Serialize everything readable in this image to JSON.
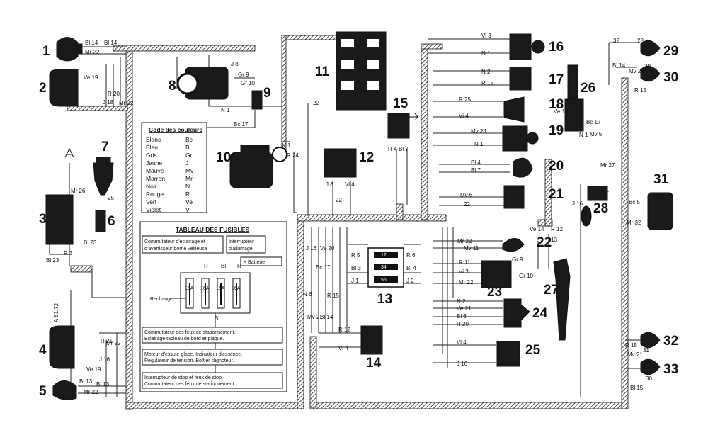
{
  "components": [
    {
      "n": "1"
    },
    {
      "n": "2"
    },
    {
      "n": "3"
    },
    {
      "n": "4"
    },
    {
      "n": "5"
    },
    {
      "n": "6"
    },
    {
      "n": "7"
    },
    {
      "n": "8"
    },
    {
      "n": "9"
    },
    {
      "n": "10"
    },
    {
      "n": "11"
    },
    {
      "n": "12"
    },
    {
      "n": "13"
    },
    {
      "n": "14"
    },
    {
      "n": "15"
    },
    {
      "n": "16"
    },
    {
      "n": "17"
    },
    {
      "n": "18"
    },
    {
      "n": "19"
    },
    {
      "n": "20"
    },
    {
      "n": "21"
    },
    {
      "n": "22"
    },
    {
      "n": "23"
    },
    {
      "n": "24"
    },
    {
      "n": "25"
    },
    {
      "n": "26"
    },
    {
      "n": "27"
    },
    {
      "n": "28"
    },
    {
      "n": "29"
    },
    {
      "n": "30"
    },
    {
      "n": "31"
    },
    {
      "n": "32"
    },
    {
      "n": "33"
    }
  ],
  "color_code": {
    "title": "Code des couleurs",
    "rows": [
      [
        "Blanc",
        "Bc"
      ],
      [
        "Bleu",
        "Bl"
      ],
      [
        "Gris",
        "Gr"
      ],
      [
        "Jaune",
        "J"
      ],
      [
        "Mauve",
        "Mv"
      ],
      [
        "Marron",
        "Mr"
      ],
      [
        "Noir",
        "N"
      ],
      [
        "Rouge",
        "R"
      ],
      [
        "Vert",
        "Ve"
      ],
      [
        "Violet",
        "Vi"
      ]
    ]
  },
  "fuse_table": {
    "title": "TABLEAU DES FUSIBLES",
    "header_left": [
      "Commutateur d'éclairage et",
      "d'avertisseur borne veilleuse"
    ],
    "header_right": [
      "Interrupteur",
      "d'allumage"
    ],
    "battery": "+ Batterie",
    "top_terminals": [
      "R",
      "Bl",
      "R"
    ],
    "fuse_ratings": [
      "16A",
      "16A",
      "16A",
      "16A"
    ],
    "spare": "Rechange",
    "bottom_label": "Bl",
    "circuit1": [
      "Commutateur des feux de stationnement.",
      "Eclairage tableau de bord et plaque."
    ],
    "circuit2": [
      "Moteur d'essuie-glace. Indicateur d'essence.",
      "Régulateur de tension. Boîtier clignoteur."
    ],
    "circuit3": [
      "Interrupteur de stop et feux de stop.",
      "Commutateur des feux de stationnement."
    ]
  },
  "block13": {
    "left": [
      "R 5",
      "Bl 3",
      "J 1"
    ],
    "right": [
      "R 6",
      "Bl 4",
      "J 2"
    ],
    "inner": [
      "12",
      "34",
      "56"
    ]
  },
  "ref": "A 51.72",
  "wire_labels": {
    "c1": [
      "Bl 14",
      "Bl 14",
      "Mr 22"
    ],
    "c2": [
      "Ve 19",
      "R 20",
      "J 18",
      "Mr 22"
    ],
    "c3": [
      "Mr 26",
      "R 3",
      "Bl 23"
    ],
    "c6": [
      "Bl 23"
    ],
    "c7": [
      "25"
    ],
    "c8": [
      "J 8",
      "Gr 9",
      "Gr 10",
      "N 1"
    ],
    "c9": [
      "Bc 17"
    ],
    "c10": [
      "N 1",
      "R 24"
    ],
    "c11": [
      "22"
    ],
    "c12": [
      "J 8",
      "Vi 4",
      "22"
    ],
    "c15": [
      "R 4",
      "Bl 7"
    ],
    "c16": [
      "Vi 3",
      "N 1"
    ],
    "c17": [
      "N 2",
      "R 15"
    ],
    "c18": [
      "R 25",
      "Vi 4"
    ],
    "c19": [
      "Mv 24",
      "N 1"
    ],
    "c20": [
      "Bl 4",
      "Bl 7"
    ],
    "c21": [
      "Mv 6",
      "22"
    ],
    "c22": [
      "Mr 22",
      "Mv 11"
    ],
    "c23": [
      "R 11",
      "Vi 3",
      "Mr 22",
      "Gr 9",
      "Gr 10"
    ],
    "c24": [
      "N 2",
      "Ve 21",
      "Bl 6",
      "R 20"
    ],
    "c25": [
      "Vi 4",
      "J 16"
    ],
    "c26": [
      "Ve 19",
      "J 18",
      "N 1",
      "Bc 17",
      "Mv 5"
    ],
    "c27": [
      "Ve 14",
      "R 12",
      "13"
    ],
    "c28": [
      "Mr 27",
      "J 16"
    ],
    "c29": [
      "32",
      "28",
      "Bl 14"
    ],
    "c30": [
      "Mv 26",
      "29",
      "R 15"
    ],
    "c31": [
      "Bc 5",
      "Mr 32"
    ],
    "c32": [
      "R 15",
      "31",
      "Mv 21"
    ],
    "c33": [
      "30",
      "Bl 15"
    ],
    "c4": [
      "R 21",
      "J 16",
      "Ve 19",
      "Mr 22"
    ],
    "c5": [
      "Bl 13",
      "Bl 13",
      "Mr 22"
    ],
    "c14": [
      "R 12",
      "Vi 4"
    ],
    "harness_left": [
      "J 16",
      "Ve 20",
      "Bc 17",
      "N 6",
      "Mv 21",
      "Bl 14",
      "R 15"
    ]
  }
}
